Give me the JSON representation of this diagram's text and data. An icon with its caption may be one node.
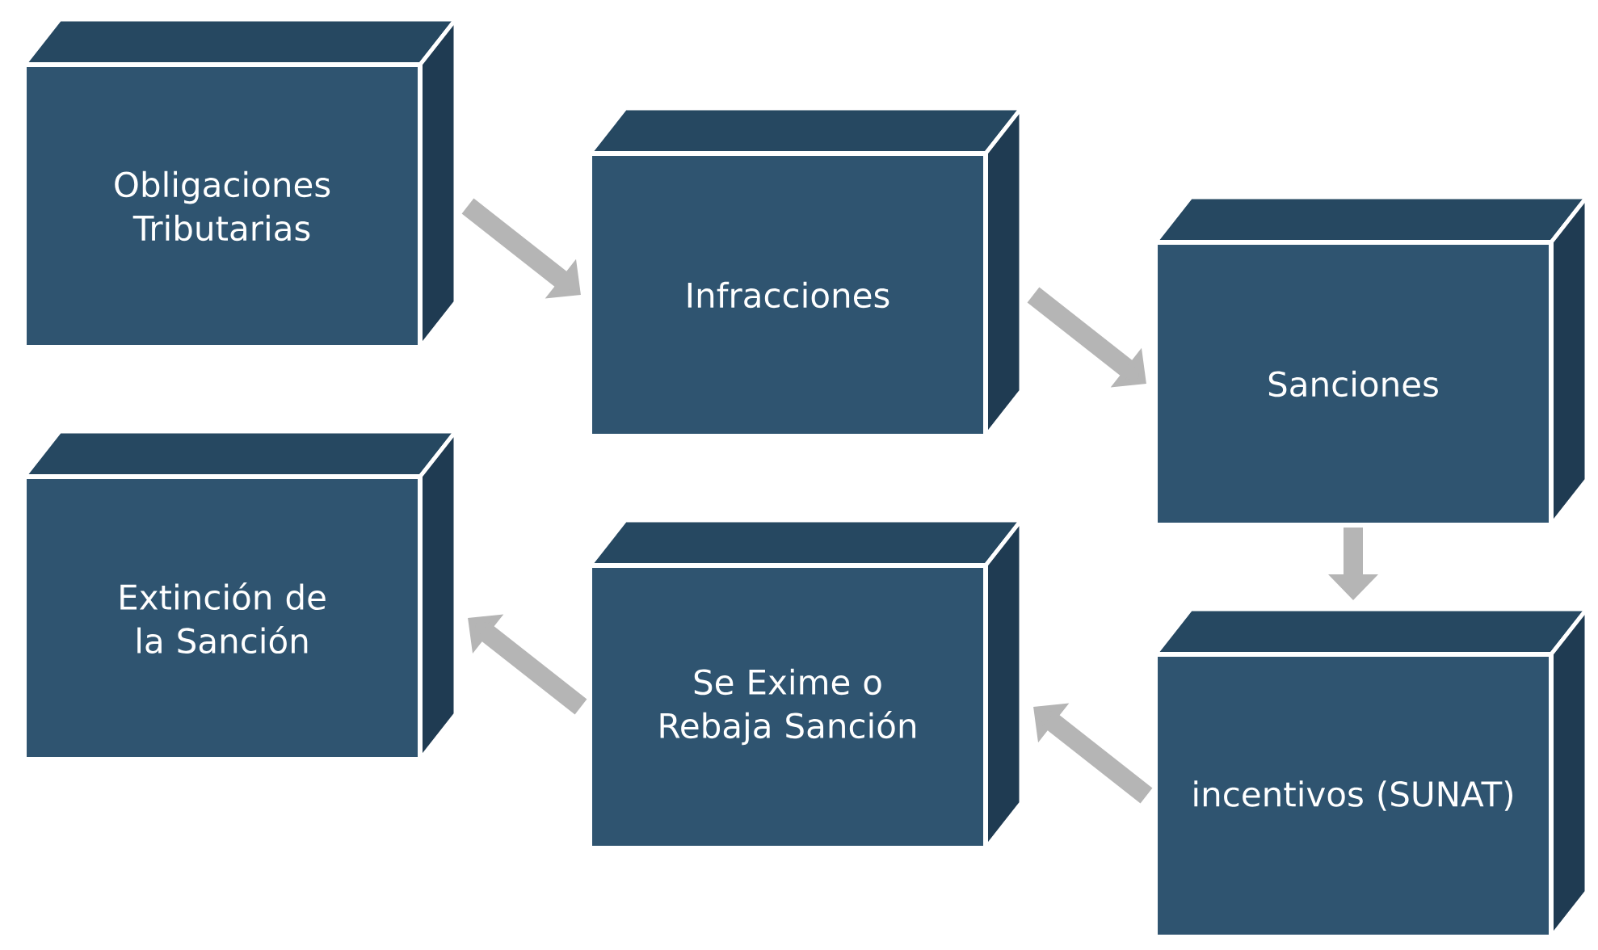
{
  "diagram": {
    "nodes": [
      {
        "text": [
          "Obligaciones Tributarias"
        ]
      },
      {
        "text": [
          "Infracciones"
        ]
      },
      {
        "text": [
          "Sanciones"
        ]
      },
      {
        "text": [
          "incentivos (SUNAT)"
        ]
      },
      {
        "text": [
          "Se Exime o Rebaja Sanción"
        ]
      },
      {
        "text": [
          "Extinción de la Sanción"
        ]
      }
    ],
    "edges": [
      {
        "from": 0,
        "to": 1,
        "arrow": "to"
      },
      {
        "from": 1,
        "to": 2,
        "arrow": "to"
      },
      {
        "from": 2,
        "to": 3,
        "arrow": "to"
      },
      {
        "from": 3,
        "to": 4,
        "arrow": "to"
      },
      {
        "from": 4,
        "to": 5,
        "arrow": "to"
      }
    ]
  }
}
